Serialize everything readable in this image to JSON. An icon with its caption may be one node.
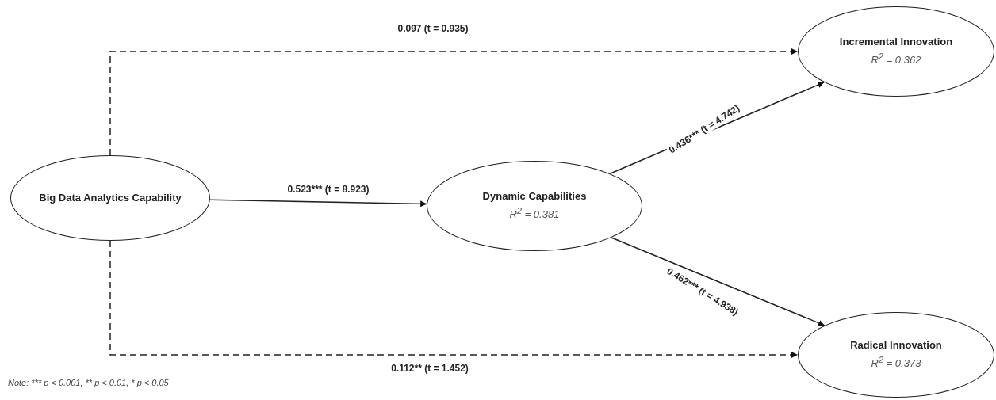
{
  "diagram": {
    "nodes": [
      {
        "text": [
          "Big Data Analytics Capability"
        ]
      },
      {
        "text": [
          "Dynamic Capabilities",
          "R$^{2}$ = 0.381"
        ]
      },
      {
        "text": [
          "Incremental Innovation",
          "R$^{2}$ = 0.362"
        ]
      },
      {
        "text": [
          "Radical Innovation",
          "R$^{2}$ = 0.373"
        ]
      }
    ],
    "edges": [
      {
        "from": 0,
        "to": 2,
        "arrow": "to",
        "style": "dashed",
        "label": "0.097 (t = 0.935)"
      },
      {
        "from": 0,
        "to": 1,
        "arrow": "to",
        "label": "0.523*** (t = 8.923)"
      },
      {
        "from": 1,
        "to": 2,
        "arrow": "to",
        "label": "0.436*** (t = 4.742)"
      },
      {
        "from": 1,
        "to": 3,
        "arrow": "to",
        "label": "0.462*** (t = 4.938)"
      },
      {
        "from": 0,
        "to": 3,
        "arrow": "to",
        "style": "dashed",
        "label": "0.112** (t = 1.452)"
      }
    ],
    "labels": [
      "Note: *** p < 0.001, ** p < 0.01, * p < 0.05"
    ]
  }
}
